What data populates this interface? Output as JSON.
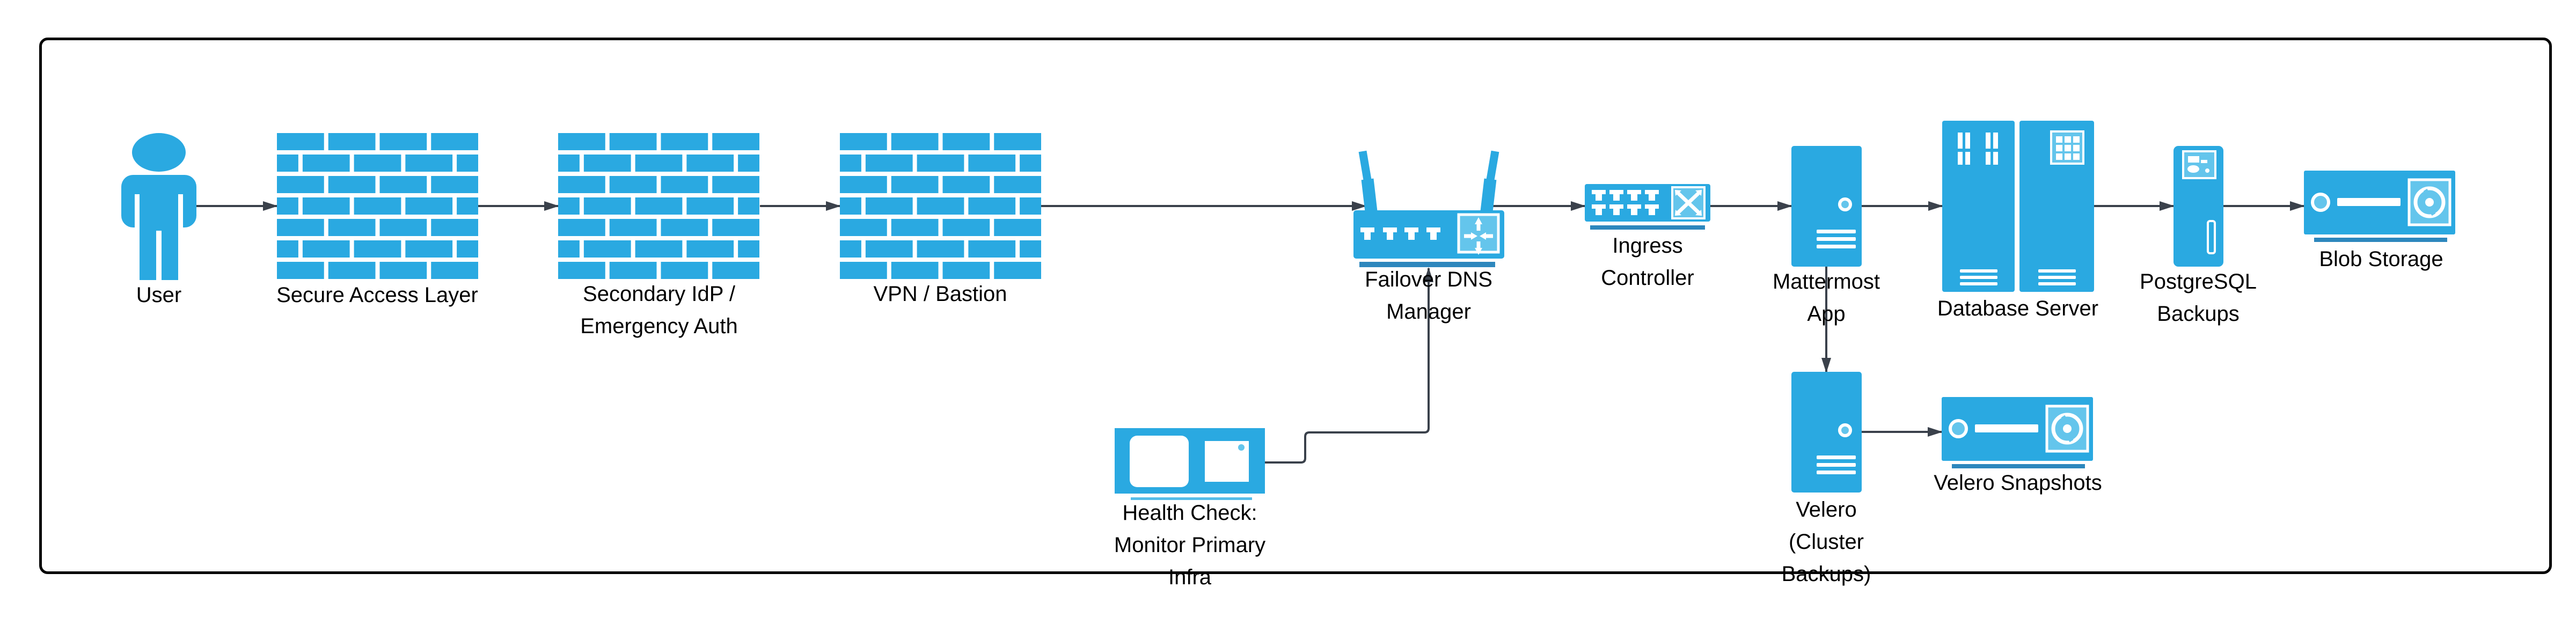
{
  "diagram": {
    "colors": {
      "node_fill": "#2AA9E1",
      "node_fill_light": "#64C5EC",
      "underline_bar": "#2D87BD",
      "connector": "#3A414B",
      "border": "#000000",
      "background": "#ffffff"
    },
    "nodes": {
      "user": {
        "label": "User",
        "icon": "person-icon"
      },
      "secure_access": {
        "label": "Secure Access Layer",
        "icon": "firewall-icon"
      },
      "secondary_idp": {
        "label": "Secondary IdP /\nEmergency Auth",
        "icon": "firewall-icon"
      },
      "vpn_bastion": {
        "label": "VPN / Bastion",
        "icon": "firewall-icon"
      },
      "failover_dns": {
        "label": "Failover DNS\nManager",
        "icon": "wireless-router-icon"
      },
      "ingress": {
        "label": "Ingress\nController",
        "icon": "network-switch-icon"
      },
      "mattermost": {
        "label": "Mattermost\nApp",
        "icon": "server-tower-icon"
      },
      "database": {
        "label": "Database Server",
        "icon": "server-rack-icon"
      },
      "pg_backups": {
        "label": "PostgreSQL\nBackups",
        "icon": "backup-tower-icon"
      },
      "blob": {
        "label": "Blob Storage",
        "icon": "storage-array-icon"
      },
      "health": {
        "label": "Health Check:\nMonitor Primary\nInfra",
        "icon": "monitor-icon"
      },
      "velero": {
        "label": "Velero\n(Cluster\nBackups)",
        "icon": "server-tower-icon"
      },
      "velero_snapshots": {
        "label": "Velero Snapshots",
        "icon": "storage-array-icon"
      }
    },
    "edges": [
      {
        "from": "user",
        "to": "secure_access"
      },
      {
        "from": "secure_access",
        "to": "secondary_idp"
      },
      {
        "from": "secondary_idp",
        "to": "vpn_bastion"
      },
      {
        "from": "vpn_bastion",
        "to": "failover_dns"
      },
      {
        "from": "failover_dns",
        "to": "ingress"
      },
      {
        "from": "ingress",
        "to": "mattermost"
      },
      {
        "from": "mattermost",
        "to": "database"
      },
      {
        "from": "database",
        "to": "pg_backups"
      },
      {
        "from": "pg_backups",
        "to": "blob"
      },
      {
        "from": "mattermost",
        "to": "velero"
      },
      {
        "from": "velero",
        "to": "velero_snapshots"
      },
      {
        "from": "health",
        "to": "failover_dns"
      }
    ]
  }
}
